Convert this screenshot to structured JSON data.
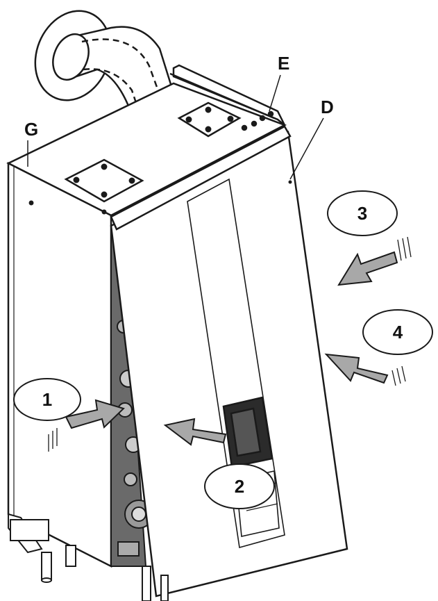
{
  "diagram": {
    "letters": {
      "g": "G",
      "e": "E",
      "d": "D"
    },
    "steps": [
      {
        "id": "step-1",
        "number": "1"
      },
      {
        "id": "step-2",
        "number": "2"
      },
      {
        "id": "step-3",
        "number": "3"
      },
      {
        "id": "step-4",
        "number": "4"
      }
    ],
    "colors": {
      "line": "#1a1a1a",
      "arrow_fill": "#a8a8a8",
      "panel_fill": "#ffffff",
      "interior_fill": "#6a6a6a"
    }
  }
}
